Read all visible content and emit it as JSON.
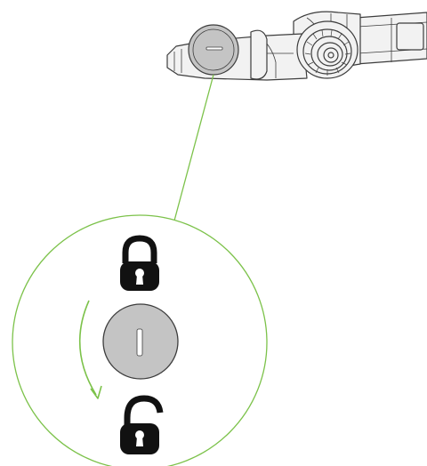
{
  "diagram": {
    "callout_color": "#7cc24a",
    "line_color": "#3d3d3d",
    "knob_fill": "#c4c4c4",
    "device_fill": "#f2f2f2",
    "lock_color": "#111111",
    "items": {
      "device": "vacuum-cleaner-head",
      "lock_top": "locked-padlock-icon",
      "knob": "lock-knob",
      "arrow": "rotate-clockwise-arrow",
      "lock_bottom": "unlocked-padlock-icon"
    }
  }
}
